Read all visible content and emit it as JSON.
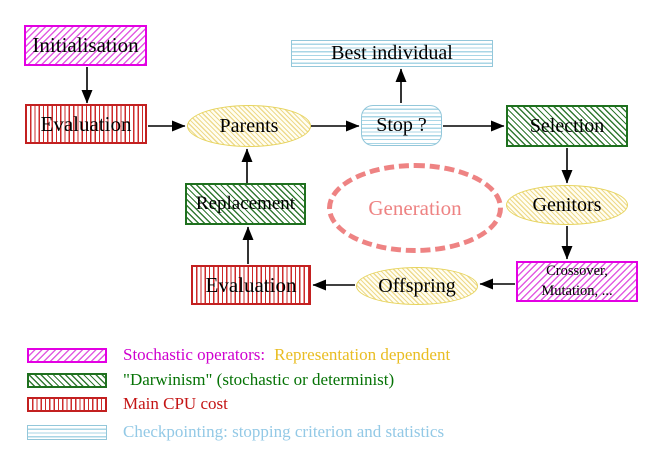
{
  "diagram": {
    "nodes": {
      "initialisation": {
        "label": "Initialisation"
      },
      "evaluation_top": {
        "label": "Evaluation"
      },
      "parents": {
        "label": "Parents"
      },
      "best_individual": {
        "label": "Best individual"
      },
      "stop": {
        "label": "Stop ?"
      },
      "selection": {
        "label": "Selection"
      },
      "genitors": {
        "label": "Genitors"
      },
      "generation": {
        "label": "Generation"
      },
      "crossover_mutation": {
        "line1": "Crossover,",
        "line2": "Mutation, ..."
      },
      "offspring": {
        "label": "Offspring"
      },
      "evaluation_bottom": {
        "label": "Evaluation"
      },
      "replacement": {
        "label": "Replacement"
      }
    }
  },
  "palette": {
    "magenta_border": "#e300e3",
    "magenta_hatch": "#e25ce2",
    "red_border": "#c32020",
    "red_stripe": "#cd2a2a",
    "green_border": "#1e701e",
    "green_hatch": "#337a33",
    "cyan_border": "#93c7da",
    "cyan_stripe": "#a9d6e6",
    "yellow_border": "#e7d45e",
    "yellow_hatch": "#eeda8e",
    "generation_pink": "#ee8383",
    "arrow_black": "#000000",
    "legend_magenta_text": "#cf00cf",
    "legend_gold_text": "#e9bd22",
    "legend_green_text": "#067306",
    "legend_red_text": "#c41414",
    "legend_cyan_text": "#93c9e6"
  },
  "legend": {
    "items": [
      {
        "pattern": "magenta-hatch",
        "segments": [
          {
            "text": "Stochastic operators:",
            "color": "#cf00cf"
          },
          {
            "text": "Representation dependent",
            "color": "#e9bd22"
          }
        ]
      },
      {
        "pattern": "green-hatch",
        "segments": [
          {
            "text": "\"Darwinism\" (stochastic or determinist)",
            "color": "#067306"
          }
        ]
      },
      {
        "pattern": "red-stripes",
        "segments": [
          {
            "text": "Main CPU cost",
            "color": "#c41414"
          }
        ]
      },
      {
        "pattern": "cyan-stripes",
        "segments": [
          {
            "text": "Checkpointing: stopping criterion and statistics",
            "color": "#93c9e6"
          }
        ]
      }
    ]
  }
}
